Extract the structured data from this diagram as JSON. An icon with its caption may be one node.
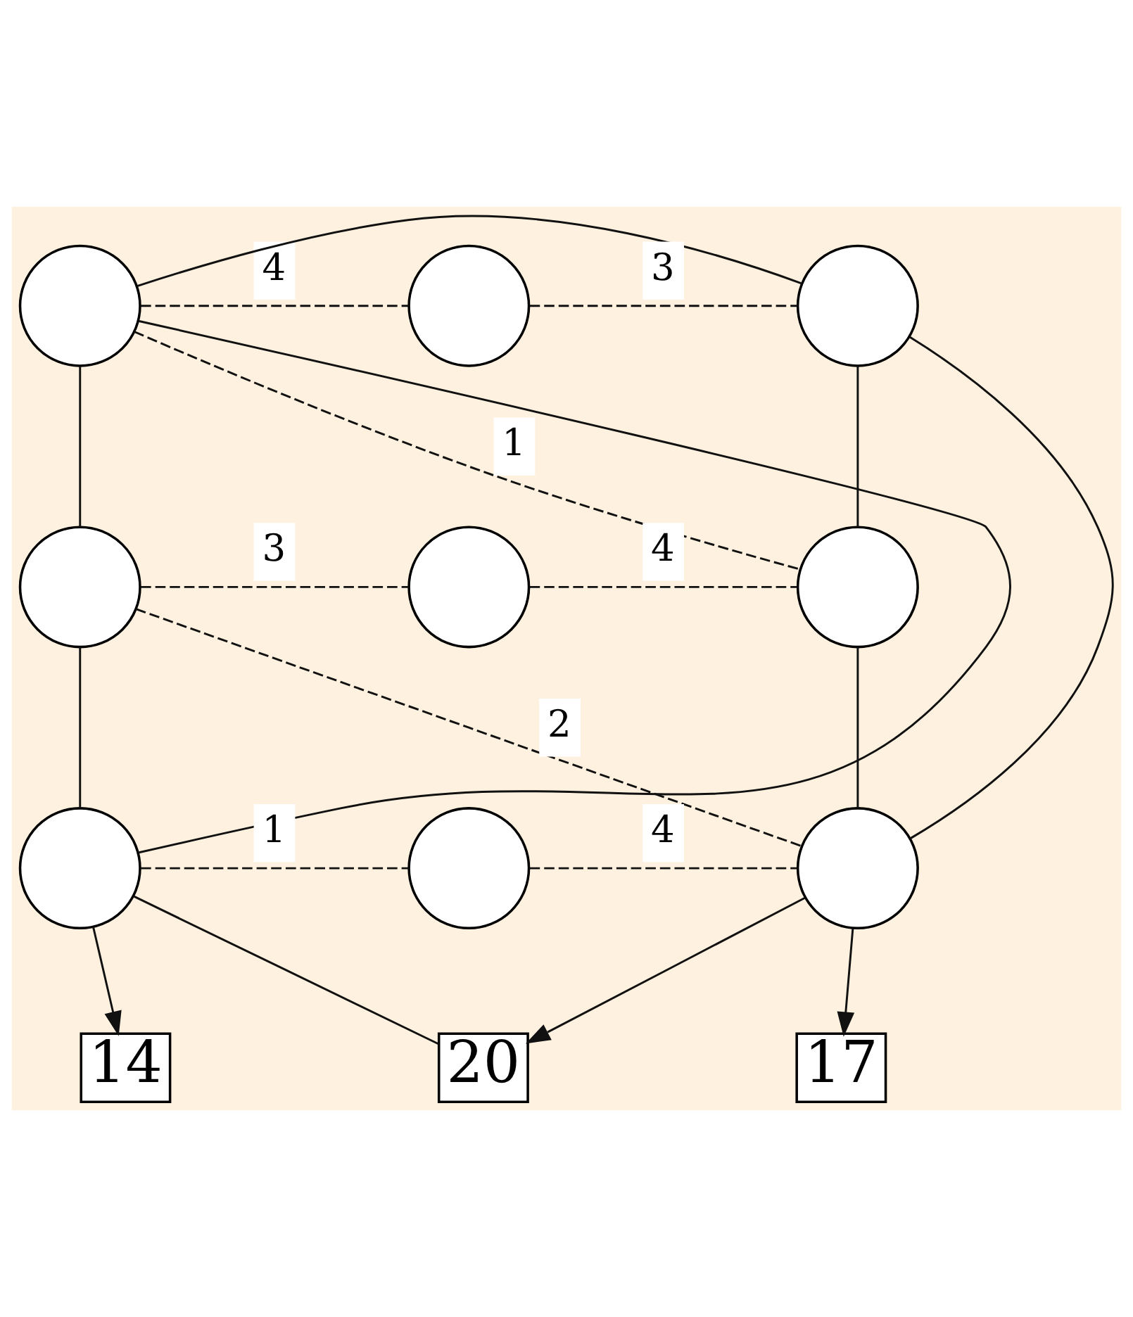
{
  "diagram": {
    "nodes": [
      {
        "text": [],
        "shape": "circle"
      },
      {
        "text": [],
        "shape": "circle"
      },
      {
        "text": [],
        "shape": "circle"
      },
      {
        "text": [],
        "shape": "circle"
      },
      {
        "text": [],
        "shape": "circle"
      },
      {
        "text": [],
        "shape": "circle"
      },
      {
        "text": [],
        "shape": "circle"
      },
      {
        "text": [],
        "shape": "circle"
      },
      {
        "text": [],
        "shape": "circle"
      },
      {
        "text": [
          "20"
        ]
      },
      {
        "text": [
          "14"
        ]
      },
      {
        "text": [
          "17"
        ]
      }
    ],
    "edges": [
      {
        "from": 0,
        "to": 1,
        "arrow": "none",
        "style": "dashed",
        "label": "4"
      },
      {
        "from": 1,
        "to": 2,
        "arrow": "none",
        "style": "dashed",
        "label": "3"
      },
      {
        "from": 0,
        "to": 5,
        "arrow": "none",
        "style": "dashed",
        "label": "1"
      },
      {
        "from": 3,
        "to": 4,
        "arrow": "none",
        "style": "dashed",
        "label": "3"
      },
      {
        "from": 4,
        "to": 5,
        "arrow": "none",
        "style": "dashed",
        "label": "4"
      },
      {
        "from": 3,
        "to": 8,
        "arrow": "none",
        "style": "dashed",
        "label": "2"
      },
      {
        "from": 6,
        "to": 7,
        "arrow": "none",
        "style": "dashed",
        "label": "1"
      },
      {
        "from": 7,
        "to": 8,
        "arrow": "none",
        "style": "dashed",
        "label": "4"
      },
      {
        "from": 0,
        "to": 3,
        "arrow": "none"
      },
      {
        "from": 3,
        "to": 6,
        "arrow": "none"
      },
      {
        "from": 2,
        "to": 5,
        "arrow": "none"
      },
      {
        "from": 5,
        "to": 8,
        "arrow": "none"
      },
      {
        "from": 6,
        "to": 10,
        "arrow": "to"
      },
      {
        "from": 8,
        "to": 11,
        "arrow": "to"
      },
      {
        "from": 9,
        "to": 6,
        "arrow": "none"
      },
      {
        "from": 6,
        "to": 0,
        "arrow": "none"
      },
      {
        "from": 0,
        "to": 2,
        "arrow": "none"
      },
      {
        "from": 2,
        "to": 8,
        "arrow": "none"
      },
      {
        "from": 8,
        "to": 9,
        "arrow": "to"
      }
    ]
  }
}
